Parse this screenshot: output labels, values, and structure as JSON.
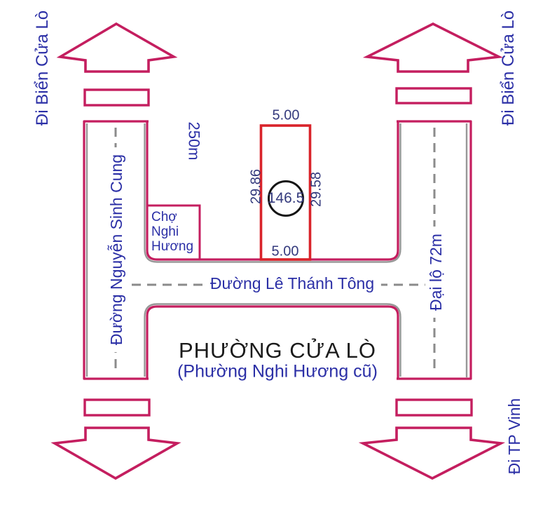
{
  "colors": {
    "road": "#c41e5f",
    "plot": "#d9232a",
    "label": "#2b2fa6",
    "dim": "#343a7d",
    "title": "#1b1b1b",
    "dash": "#8b8b8b",
    "shadow": "#979797"
  },
  "directions": {
    "top_left": "Đi Biển Cửa Lò",
    "top_right": "Đi Biển Cửa Lò",
    "bottom_right": "Đi TP Vinh"
  },
  "roads": {
    "left_name": "Đường Nguyễn Sinh Cung",
    "middle_name": "Đường Lê Thánh Tông",
    "right_name": "Đại lộ 72m",
    "distance_note": "250m"
  },
  "market": {
    "line1": "Chợ",
    "line2": "Nghi",
    "line3": "Hương"
  },
  "plot": {
    "width_top": "5.00",
    "width_bottom": "5.00",
    "length_left": "29.86",
    "length_right": "29.58",
    "area": "146.5"
  },
  "title": {
    "main": "PHƯỜNG CỬA LÒ",
    "sub": "(Phường Nghi Hương cũ)"
  }
}
